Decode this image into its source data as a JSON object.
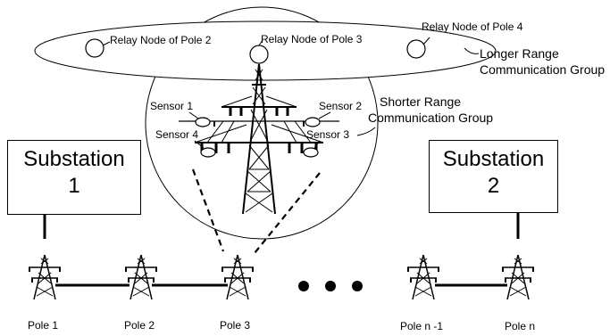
{
  "relay_nodes": {
    "pole2": "Relay Node of Pole 2",
    "pole3": "Relay Node of Pole 3",
    "pole4": "Relay Node of Pole 4"
  },
  "groups": {
    "longer_line1": "Longer Range",
    "longer_line2": "Communication Group",
    "shorter_line1": "Shorter Range",
    "shorter_line2": "Communication Group"
  },
  "sensors": {
    "s1": "Sensor 1",
    "s2": "Sensor 2",
    "s3": "Sensor 3",
    "s4": "Sensor 4"
  },
  "substations": {
    "sub1_line1": "Substation",
    "sub1_line2": "1",
    "sub2_line1": "Substation",
    "sub2_line2": "2"
  },
  "poles": {
    "p1": "Pole 1",
    "p2": "Pole 2",
    "p3": "Pole 3",
    "pn1": "Pole n -1",
    "pn": "Pole n"
  },
  "colors": {
    "stroke": "#000000",
    "background": "#ffffff"
  }
}
